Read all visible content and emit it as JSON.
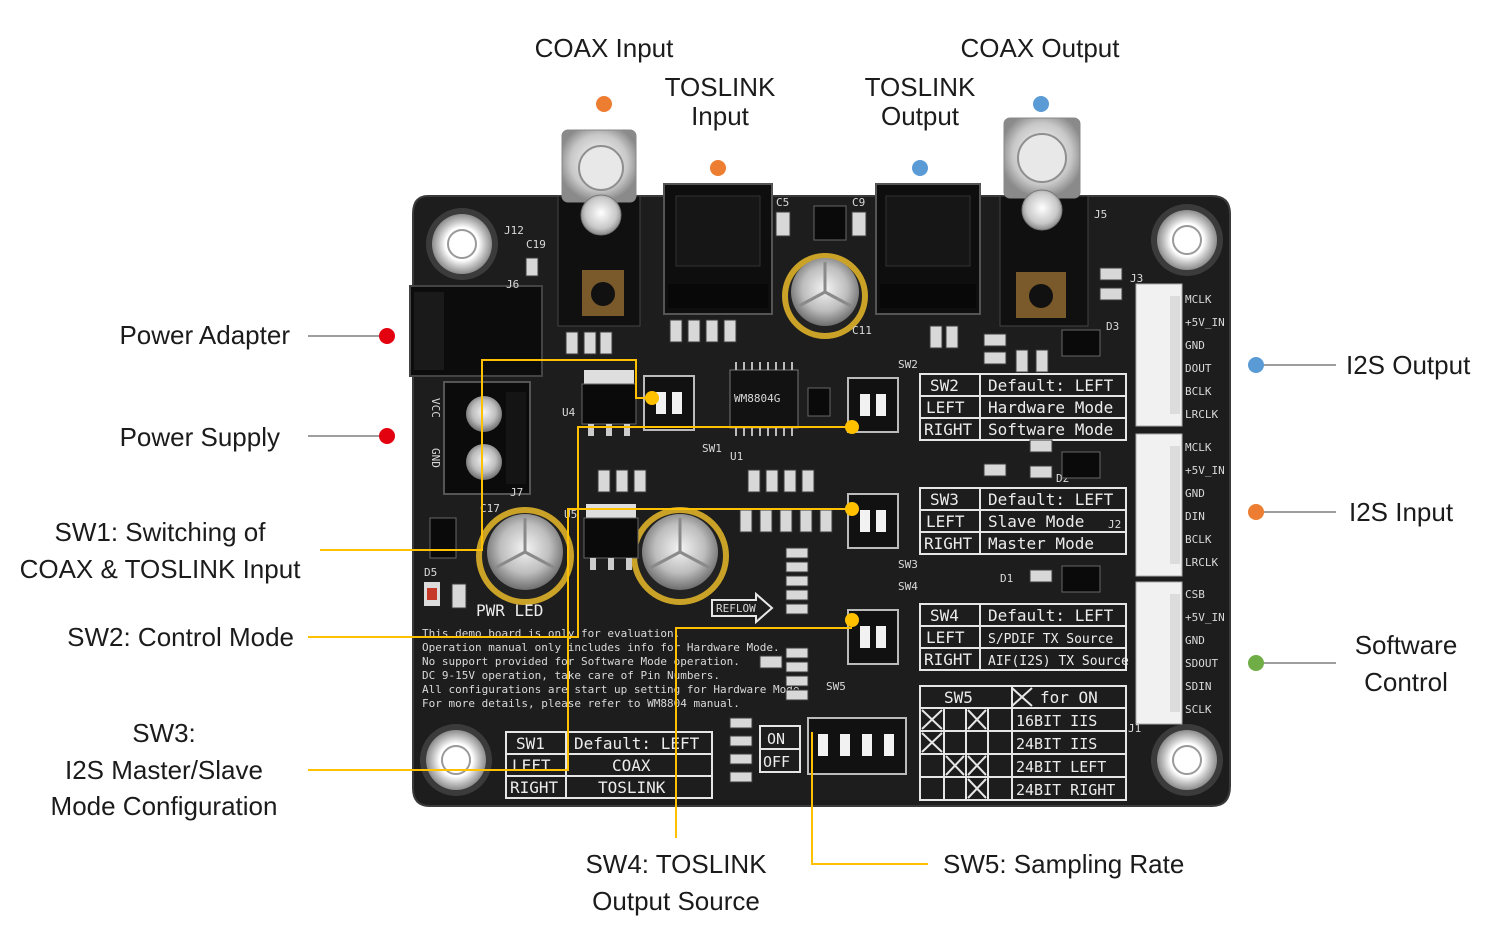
{
  "colors": {
    "orange": "#ed7d31",
    "blue": "#5b9bd5",
    "red": "#e3000f",
    "green": "#70ad47",
    "yellow": "#ffc000",
    "board": "#1c1c1c",
    "gray_line": "#7f7f7f"
  },
  "labels": {
    "coax_input": "COAX Input",
    "toslink_input": [
      "TOSLINK",
      "Input"
    ],
    "toslink_output": [
      "TOSLINK",
      "Output"
    ],
    "coax_output": "COAX Output",
    "power_adapter": "Power Adapter",
    "power_supply": "Power Supply",
    "sw1": [
      "SW1: Switching of",
      "COAX & TOSLINK Input"
    ],
    "sw2": "SW2: Control Mode",
    "sw3": [
      "SW3:",
      "I2S Master/Slave",
      "Mode Configuration"
    ],
    "sw4": [
      "SW4: TOSLINK",
      "Output Source"
    ],
    "sw5": "SW5: Sampling Rate",
    "i2s_output": "I2S Output",
    "i2s_input": "I2S Input",
    "software_control": [
      "Software",
      "Control"
    ]
  },
  "board": {
    "pins_j3": [
      "MCLK",
      "+5V_IN",
      "GND",
      "DOUT",
      "BCLK",
      "LRCLK"
    ],
    "pins_j2": [
      "MCLK",
      "+5V_IN",
      "GND",
      "DIN",
      "BCLK",
      "LRCLK"
    ],
    "pins_j1": [
      "CSB",
      "+5V_IN",
      "GND",
      "SDOUT",
      "SDIN",
      "SCLK"
    ],
    "sw2_table": [
      [
        "SW2",
        "Default: LEFT"
      ],
      [
        "LEFT",
        "Hardware Mode"
      ],
      [
        "RIGHT",
        "Software Mode"
      ]
    ],
    "sw3_table": [
      [
        "SW3",
        "Default: LEFT"
      ],
      [
        "LEFT",
        "Slave Mode"
      ],
      [
        "RIGHT",
        "Master Mode"
      ]
    ],
    "sw4_table": [
      [
        "SW4",
        "Default: LEFT"
      ],
      [
        "LEFT",
        "S/PDIF TX Source"
      ],
      [
        "RIGHT",
        "AIF(I2S) TX Source"
      ]
    ],
    "sw1_table": [
      [
        "SW1",
        "Default: LEFT"
      ],
      [
        "LEFT",
        "COAX"
      ],
      [
        "RIGHT",
        "TOSLINK"
      ]
    ],
    "sw5_header": [
      "SW5",
      "for ON"
    ],
    "sw5_rows": [
      "16BIT IIS",
      "24BIT IIS",
      "24BIT LEFT",
      "24BIT RIGHT"
    ],
    "notes": [
      "This demo board is only for evaluation.",
      "Operation manual only includes info for Hardware Mode.",
      "No support provided for Software Mode operation.",
      "DC 9-15V operation, take care of Pin Numbers.",
      "All configurations are start up setting for Hardware Mode.",
      "For more details, please refer to WM8804 manual."
    ],
    "on_off": [
      "ON",
      "OFF"
    ],
    "pwr_led": "PWR LED",
    "reflow": "REFLOW",
    "chip": "WM8804G",
    "vcc": "VCC",
    "gnd": "GND",
    "refs": {
      "j12": "J12",
      "j6": "J6",
      "j5": "J5",
      "j3": "J3",
      "j2": "J2",
      "j1": "J1",
      "j7": "J7",
      "c19": "C19",
      "c5": "C5",
      "c9": "C9",
      "c11": "C11",
      "c17": "C17",
      "sw1": "SW1",
      "sw2": "SW2",
      "sw3": "SW3",
      "sw4": "SW4",
      "sw5": "SW5",
      "u1": "U1",
      "u4": "U4",
      "u5": "U5",
      "d1": "D1",
      "d2": "D2",
      "d3": "D3",
      "d5": "D5"
    }
  }
}
